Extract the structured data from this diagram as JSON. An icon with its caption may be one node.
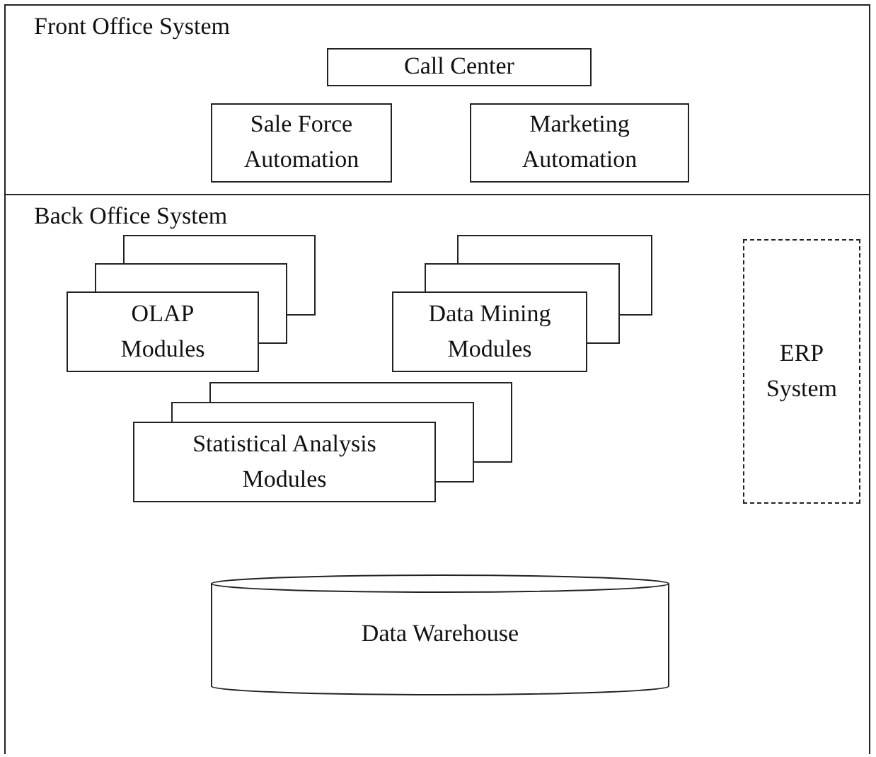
{
  "diagram": {
    "nodes": [
      {
        "text": [
          "Front Office System"
        ]
      },
      {
        "text": [
          "Call Center"
        ],
        "in": 0
      },
      {
        "text": [
          "Sale Force Automation"
        ],
        "in": 0
      },
      {
        "text": [
          "Marketing Automation"
        ],
        "in": 0
      },
      {
        "text": [
          "Back Office System"
        ]
      },
      {
        "text": [
          "OLAP Modules"
        ],
        "in": 4
      },
      {
        "text": [
          "Data Mining Modules"
        ],
        "in": 4
      },
      {
        "text": [
          "ERP System"
        ],
        "in": 4
      },
      {
        "text": [
          "Statistical Analysis Modules"
        ],
        "in": 4
      },
      {
        "text": [
          "Data Warehouse"
        ],
        "in": 4
      }
    ],
    "edges": []
  }
}
